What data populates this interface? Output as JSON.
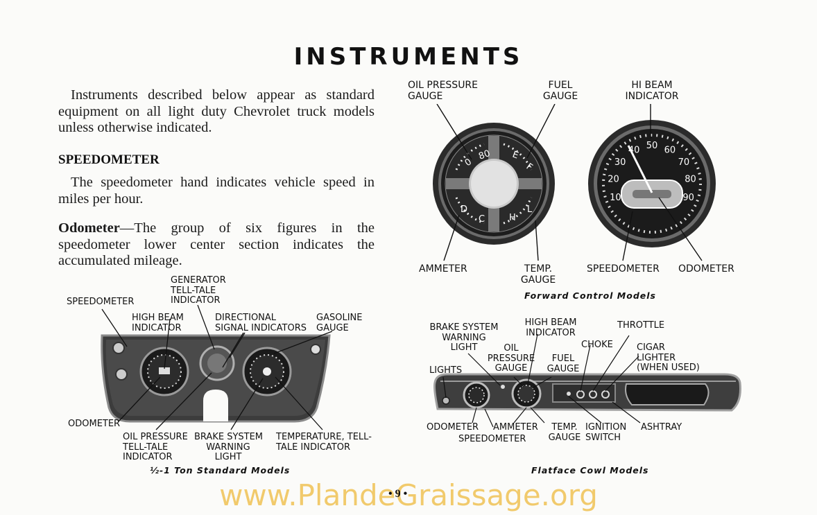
{
  "title": "INSTRUMENTS",
  "intro": "Instruments described below appear as standard equipment on all light duty Chevrolet truck models unless otherwise indicated.",
  "speedometer_heading": "SPEEDOMETER",
  "speedometer_text": "The speedometer hand indicates vehicle speed in miles per hour.",
  "odometer_term": "Odometer",
  "odometer_text": "—The group of six figures in the speedometer lower center section indicates the accumulated mileage.",
  "forward": {
    "labels": {
      "oil_pressure_1": "OIL PRESSURE",
      "oil_pressure_2": "GAUGE",
      "fuel_1": "FUEL",
      "fuel_2": "GAUGE",
      "hibeam_1": "HI BEAM",
      "hibeam_2": "INDICATOR",
      "ammeter": "AMMETER",
      "temp_1": "TEMP.",
      "temp_2": "GAUGE",
      "speedometer": "SPEEDOMETER",
      "odometer": "ODOMETER"
    },
    "dial_numbers": [
      "10",
      "20",
      "30",
      "40",
      "50",
      "60",
      "70",
      "80",
      "90"
    ],
    "caption": "Forward Control Models"
  },
  "standard": {
    "labels": {
      "generator_1": "GENERATOR",
      "generator_2": "TELL-TALE",
      "generator_3": "INDICATOR",
      "speedometer": "SPEEDOMETER",
      "highbeam_1": "HIGH BEAM",
      "highbeam_2": "INDICATOR",
      "directional_1": "DIRECTIONAL",
      "directional_2": "SIGNAL INDICATORS",
      "gasoline_1": "GASOLINE",
      "gasoline_2": "GAUGE",
      "odometer": "ODOMETER",
      "oil_1": "OIL PRESSURE",
      "oil_2": "TELL-TALE",
      "oil_3": "INDICATOR",
      "brake_1": "BRAKE SYSTEM",
      "brake_2": "WARNING",
      "brake_3": "LIGHT",
      "temperature_1": "TEMPERATURE, TELL-",
      "temperature_2": "TALE INDICATOR"
    },
    "caption": "½-1 Ton Standard Models"
  },
  "flatface": {
    "labels": {
      "brake_1": "BRAKE SYSTEM",
      "brake_2": "WARNING",
      "brake_3": "LIGHT",
      "highbeam_1": "HIGH BEAM",
      "highbeam_2": "INDICATOR",
      "throttle": "THROTTLE",
      "oil_1": "OIL",
      "oil_2": "PRESSURE",
      "oil_3": "GAUGE",
      "fuel_1": "FUEL",
      "fuel_2": "GAUGE",
      "choke": "CHOKE",
      "cigar_1": "CIGAR",
      "cigar_2": "LIGHTER",
      "cigar_3": "(WHEN USED)",
      "lights": "LIGHTS",
      "odometer": "ODOMETER",
      "speedometer": "SPEEDOMETER",
      "ammeter": "AMMETER",
      "temp_1": "TEMP.",
      "temp_2": "GAUGE",
      "ignition_1": "IGNITION",
      "ignition_2": "SWITCH",
      "ashtray": "ASHTRAY"
    },
    "caption": "Flatface Cowl Models"
  },
  "page_number": "9",
  "watermark": "www.PlandeGraissage.org"
}
